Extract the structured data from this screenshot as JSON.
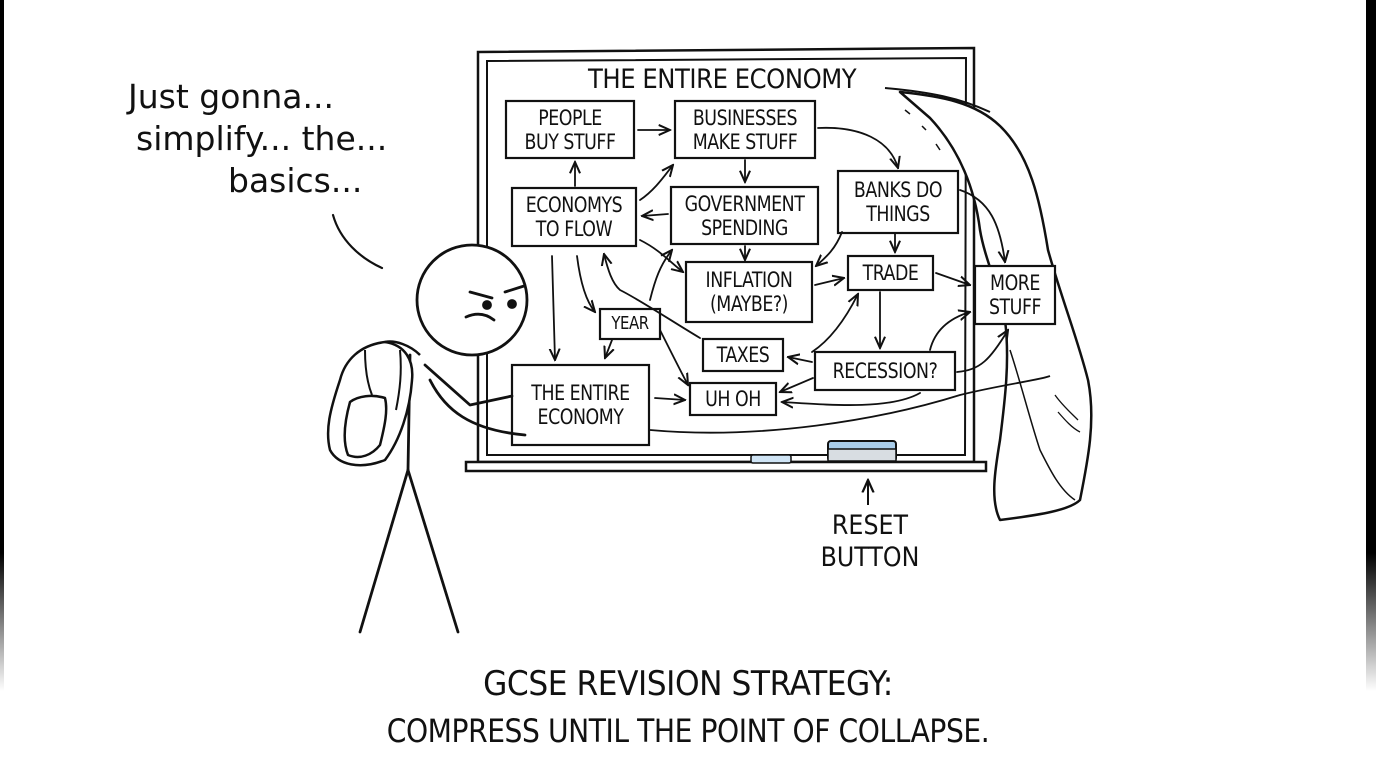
{
  "speech": {
    "line1": "Just gonna...",
    "line2": "simplify... the...",
    "line3": "basics..."
  },
  "board": {
    "title": "THE ENTIRE ECONOMY",
    "boxes": {
      "people_buy_stuff": [
        "PEOPLE",
        "BUY STUFF"
      ],
      "businesses_make_stuff": [
        "BUSINESSES",
        "MAKE STUFF"
      ],
      "banks_do_things": [
        "BANKS DO",
        "THINGS"
      ],
      "economys_to_flow": [
        "ECONOMYS",
        "TO FLOW"
      ],
      "government_spending": [
        "GOVERNMENT",
        "SPENDING"
      ],
      "inflation": [
        "INFLATION",
        "(MAYBE?)"
      ],
      "trade": [
        "TRADE"
      ],
      "more_stuff": [
        "MORE",
        "STUFF"
      ],
      "year": [
        "YEAR"
      ],
      "taxes": [
        "TAXES"
      ],
      "recession": [
        "RECESSION?"
      ],
      "entire_economy": [
        "THE ENTIRE",
        "ECONOMY"
      ],
      "uh_oh": [
        "UH OH"
      ]
    }
  },
  "reset": {
    "line1": "RESET",
    "line2": "BUTTON"
  },
  "caption": {
    "line1": "GCSE REVISION STRATEGY:",
    "line2": "COMPRESS UNTIL THE POINT OF COLLAPSE."
  },
  "colors": {
    "ink": "#111111",
    "reset_button": "#a9cdea",
    "background": "#ffffff"
  }
}
